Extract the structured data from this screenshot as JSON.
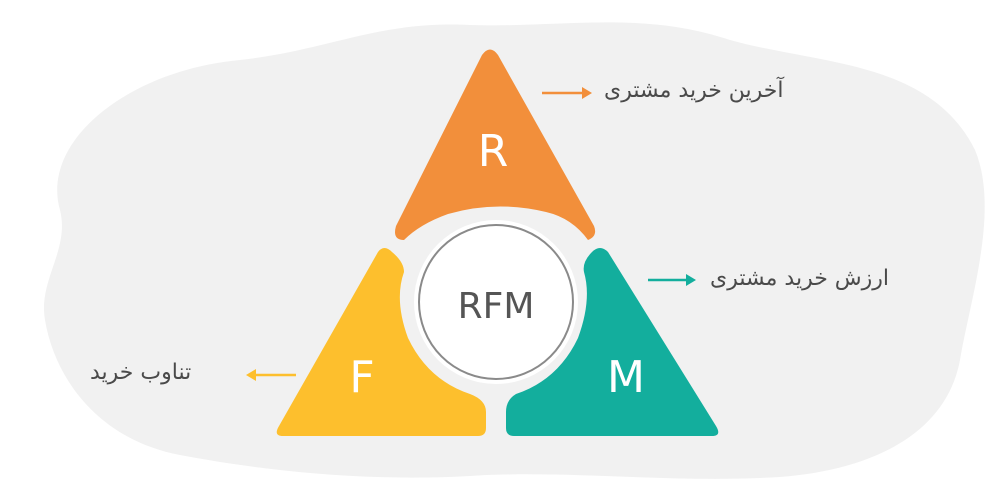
{
  "diagram": {
    "center": {
      "label": "RFM"
    },
    "segments": [
      {
        "letter": "R",
        "caption": "آخرین خرید مشتری",
        "color": "#F28F3B"
      },
      {
        "letter": "F",
        "caption": "تناوب خرید",
        "color": "#FDBF2D"
      },
      {
        "letter": "M",
        "caption": "ارزش خرید مشتری",
        "color": "#13AE9D"
      }
    ],
    "colors": {
      "background_blob": "#F1F1F1",
      "center_ring": "#8A8A8A",
      "center_fill": "#FFFFFF",
      "center_text": "#555555",
      "caption_text": "#4A4A4A"
    }
  }
}
